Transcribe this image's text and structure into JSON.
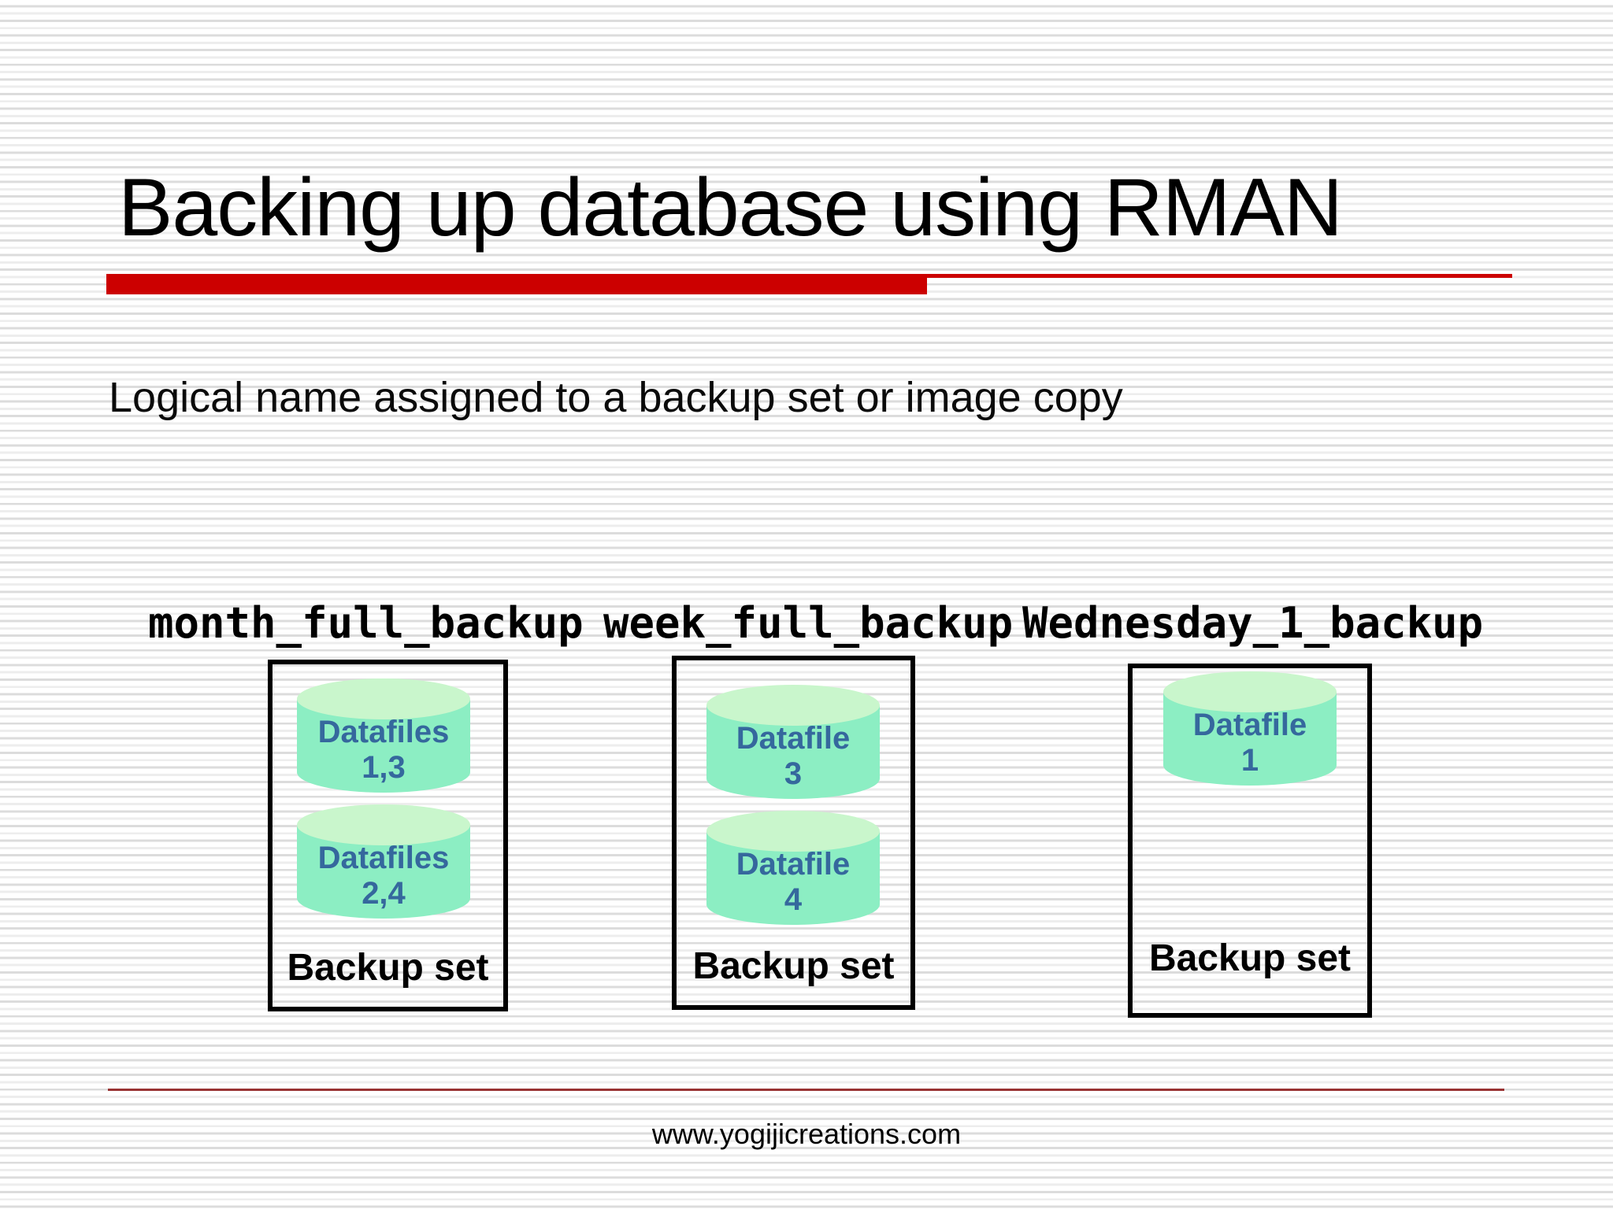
{
  "slide": {
    "title": "Backing up database using RMAN",
    "subtitle": "Logical name assigned to a backup set or image copy",
    "footer_url": "www.yogijicreations.com",
    "colors": {
      "accent_bar": "#cc0000",
      "footer_rule": "#993333",
      "cylinder_body": "#8ceec3",
      "cylinder_top": "#c9f6cc",
      "datafile_text": "#35689d",
      "box_border": "#000000"
    }
  },
  "backup_sets": [
    {
      "label": "month_full_backup",
      "caption": "Backup set",
      "cylinders": [
        {
          "line1": "Datafiles",
          "line2": "1,3"
        },
        {
          "line1": "Datafiles",
          "line2": "2,4"
        }
      ]
    },
    {
      "label": "week_full_backup",
      "caption": "Backup set",
      "cylinders": [
        {
          "line1": "Datafile",
          "line2": "3"
        },
        {
          "line1": "Datafile",
          "line2": "4"
        }
      ]
    },
    {
      "label": "Wednesday_1_backup",
      "caption": "Backup set",
      "cylinders": [
        {
          "line1": "Datafile",
          "line2": "1"
        }
      ]
    }
  ]
}
